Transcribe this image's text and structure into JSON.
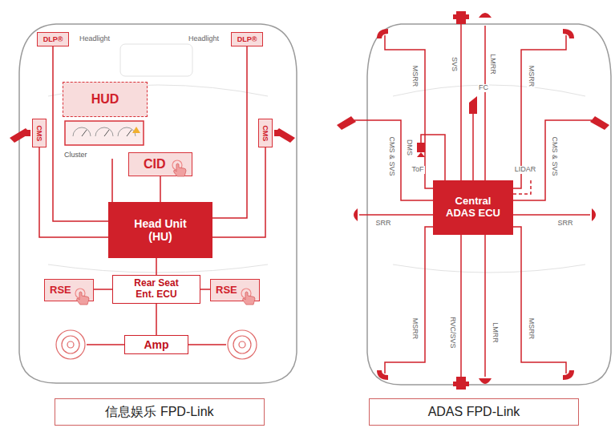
{
  "diagram": {
    "nodes": [
      {
        "text": [
          "DLP®"
        ]
      },
      {
        "text": [
          "DLP®"
        ]
      },
      {
        "text": [
          "HUD"
        ]
      },
      {
        "text": [
          "Cluster"
        ]
      },
      {
        "text": [
          "CID"
        ]
      },
      {
        "text": [
          "CMS"
        ]
      },
      {
        "text": [
          "CMS"
        ]
      },
      {
        "text": [
          "Head Unit (HU)"
        ]
      },
      {
        "text": [
          "RSE"
        ]
      },
      {
        "text": [
          "Rear Seat Ent. ECU"
        ]
      },
      {
        "text": [
          "RSE"
        ]
      },
      {
        "text": [
          "Amp"
        ]
      },
      {
        "text": [
          "信息娱乐 FPD-Link"
        ]
      },
      {
        "text": [
          "Central ADAS ECU"
        ]
      },
      {
        "text": [
          "ADAS FPD-Link"
        ]
      }
    ],
    "edges": [
      {
        "from": 0,
        "to": 7,
        "arrow": "none"
      },
      {
        "from": 1,
        "to": 7,
        "arrow": "none"
      },
      {
        "from": 3,
        "to": 7,
        "arrow": "none"
      },
      {
        "from": 4,
        "to": 7,
        "arrow": "none"
      },
      {
        "from": 5,
        "to": 7,
        "arrow": "none"
      },
      {
        "from": 6,
        "to": 7,
        "arrow": "none"
      },
      {
        "from": 7,
        "to": 9,
        "arrow": "none"
      },
      {
        "from": 8,
        "to": 9,
        "arrow": "none"
      },
      {
        "from": 10,
        "to": 9,
        "arrow": "none"
      },
      {
        "from": 9,
        "to": 11,
        "arrow": "none"
      }
    ],
    "labels": [
      "Headlight",
      "Headlight",
      "MSRR",
      "SVS",
      "LMRR",
      "MSRR",
      "FC",
      "DMS",
      "ToF",
      "LIDAR",
      "CMS & SVS",
      "CMS & SVS",
      "SRR",
      "SRR",
      "MSRR",
      "RVC/SVS",
      "LMRR",
      "MSRR"
    ]
  }
}
